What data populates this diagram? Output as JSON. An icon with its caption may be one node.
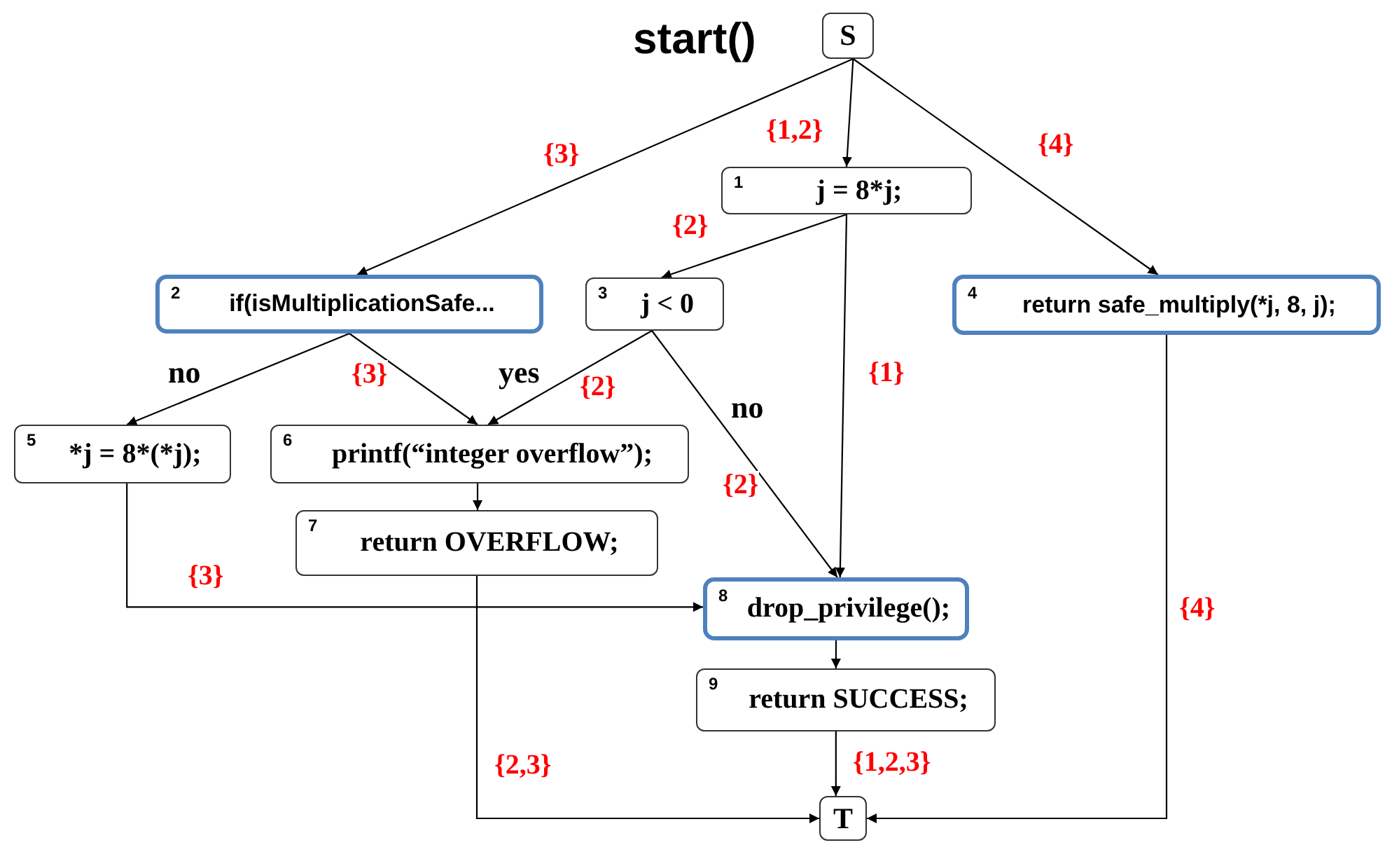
{
  "diagram": {
    "title": "start()",
    "nodes": [
      {
        "text": [
          "S"
        ]
      },
      {
        "text": [
          "1",
          "j = 8*j;"
        ]
      },
      {
        "text": [
          "2",
          "if(isMultiplicationSafe..."
        ]
      },
      {
        "text": [
          "3",
          "j < 0"
        ]
      },
      {
        "text": [
          "4",
          "return safe_multiply(*j, 8, j);"
        ]
      },
      {
        "text": [
          "5",
          "*j = 8*(*j);"
        ]
      },
      {
        "text": [
          "6",
          "printf(“integer overflow”);"
        ]
      },
      {
        "text": [
          "7",
          "return OVERFLOW;"
        ]
      },
      {
        "text": [
          "8",
          "drop_privilege();"
        ]
      },
      {
        "text": [
          "9",
          "return SUCCESS;"
        ]
      },
      {
        "text": [
          "T"
        ]
      }
    ],
    "edges": [
      {
        "from": 0,
        "to": 2,
        "arrow": "to",
        "label": "{3}"
      },
      {
        "from": 0,
        "to": 1,
        "arrow": "to",
        "label": "{1,2}"
      },
      {
        "from": 0,
        "to": 4,
        "arrow": "to",
        "label": "{4}"
      },
      {
        "from": 1,
        "to": 3,
        "arrow": "to",
        "label": "{2}"
      },
      {
        "from": 1,
        "to": 8,
        "arrow": "to",
        "label": "{1}"
      },
      {
        "from": 2,
        "to": 5,
        "arrow": "to",
        "label": "no"
      },
      {
        "from": 2,
        "to": 6,
        "arrow": "to",
        "label": "{3}"
      },
      {
        "from": 3,
        "to": 6,
        "arrow": "to",
        "label": "{2}"
      },
      {
        "from": 3,
        "to": 8,
        "arrow": "to",
        "label": "{2}"
      },
      {
        "from": 5,
        "to": 8,
        "arrow": "to",
        "label": "{3}"
      },
      {
        "from": 6,
        "to": 7,
        "arrow": "to"
      },
      {
        "from": 7,
        "to": 10,
        "arrow": "to",
        "label": "{2,3}"
      },
      {
        "from": 8,
        "to": 9,
        "arrow": "to"
      },
      {
        "from": 9,
        "to": 10,
        "arrow": "to",
        "label": "{1,2,3}"
      },
      {
        "from": 4,
        "to": 10,
        "arrow": "to",
        "label": "{4}"
      }
    ],
    "labels": [
      "yes",
      "no"
    ]
  }
}
